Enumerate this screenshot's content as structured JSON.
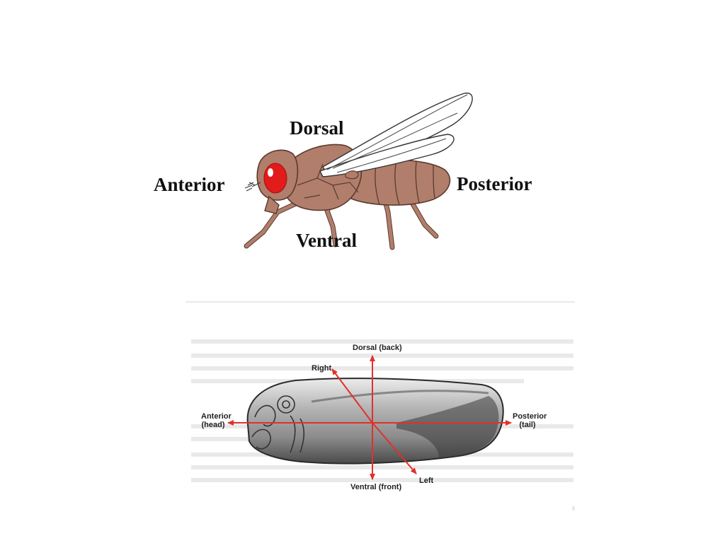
{
  "fly_diagram": {
    "labels": {
      "dorsal": "Dorsal",
      "anterior": "Anterior",
      "posterior": "Posterior",
      "ventral": "Ventral"
    },
    "colors": {
      "body": "#B07E6B",
      "body_dark": "#7a4f40",
      "eye": "#E21B1B",
      "wing": "#ffffff"
    }
  },
  "embryo_diagram": {
    "labels": {
      "dorsal": "Dorsal (back)",
      "right": "Right",
      "anterior_line1": "Anterior",
      "anterior_line2": "(head)",
      "posterior_line1": "Posterior",
      "posterior_line2": "(tail)",
      "ventral": "Ventral (front)",
      "left": "Left"
    },
    "colors": {
      "axis": "#E0312B",
      "embryo": "#9a9a9a"
    }
  }
}
